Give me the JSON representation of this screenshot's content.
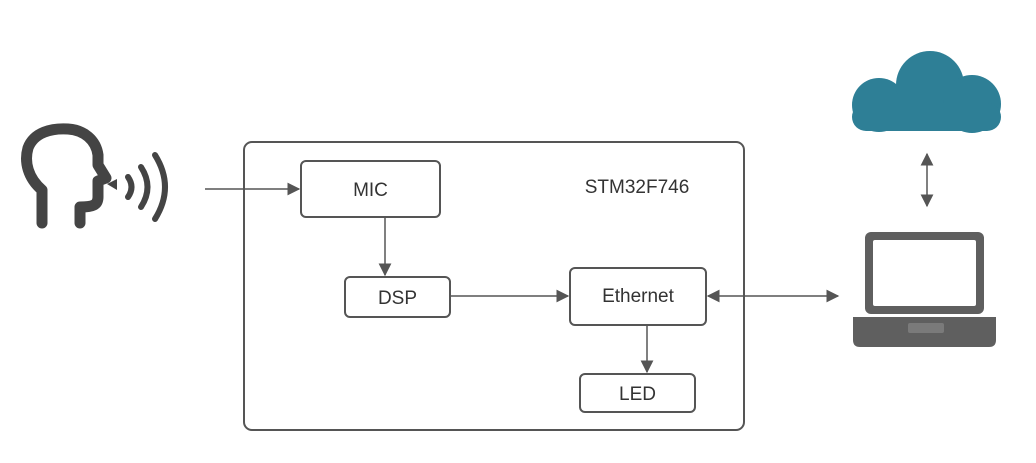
{
  "board": {
    "label": "STM32F746"
  },
  "blocks": {
    "mic": "MIC",
    "dsp": "DSP",
    "ethernet": "Ethernet",
    "led": "LED"
  },
  "icons": {
    "speaker": "speaking-head-icon",
    "cloud": "cloud-icon",
    "laptop": "laptop-icon"
  },
  "colors": {
    "stroke": "#555555",
    "text": "#333333",
    "cloud": "#2e7f96",
    "laptop": "#5f5f5f",
    "head": "#444444"
  }
}
